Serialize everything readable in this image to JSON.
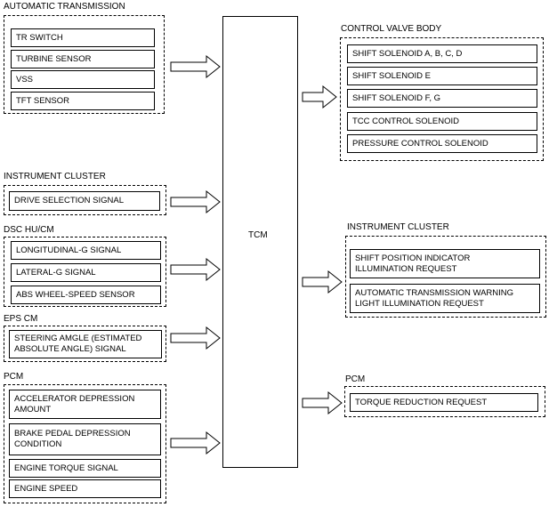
{
  "tcm_label": "TCM",
  "inputs": [
    {
      "title": "AUTOMATIC TRANSMISSION",
      "items": [
        "TR SWITCH",
        "TURBINE SENSOR",
        "VSS",
        "TFT SENSOR"
      ]
    },
    {
      "title": "INSTRUMENT CLUSTER",
      "items": [
        "DRIVE SELECTION SIGNAL"
      ]
    },
    {
      "title": "DSC HU/CM",
      "items": [
        "LONGITUDINAL-G SIGNAL",
        "LATERAL-G SIGNAL",
        "ABS WHEEL-SPEED SENSOR"
      ]
    },
    {
      "title": "EPS CM",
      "items": [
        "STEERING AMGLE (ESTIMATED\nABSOLUTE ANGLE) SIGNAL"
      ]
    },
    {
      "title": "PCM",
      "items": [
        "ACCELERATOR DEPRESSION\nAMOUNT",
        "BRAKE PEDAL DEPRESSION\nCONDITION",
        "ENGINE TORQUE SIGNAL",
        "ENGINE SPEED"
      ]
    }
  ],
  "outputs": [
    {
      "title": "CONTROL VALVE BODY",
      "items": [
        "SHIFT SOLENOID A, B, C, D",
        "SHIFT SOLENOID E",
        "SHIFT SOLENOID F, G",
        "TCC CONTROL SOLENOID",
        "PRESSURE CONTROL SOLENOID"
      ]
    },
    {
      "title": "INSTRUMENT CLUSTER",
      "items": [
        "SHIFT POSITION INDICATOR\nILLUMINATION REQUEST",
        "AUTOMATIC TRANSMISSION WARNING\nLIGHT ILLUMINATION REQUEST"
      ]
    },
    {
      "title": "PCM",
      "items": [
        "TORQUE REDUCTION REQUEST"
      ]
    }
  ]
}
